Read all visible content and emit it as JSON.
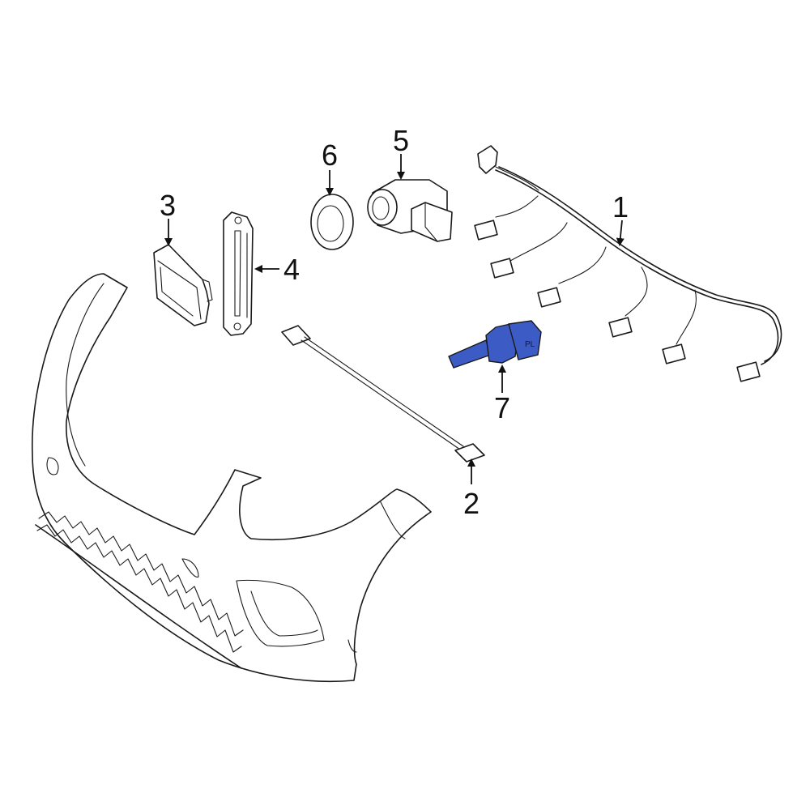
{
  "callouts": [
    {
      "id": "1",
      "label": "1"
    },
    {
      "id": "2",
      "label": "2"
    },
    {
      "id": "3",
      "label": "3"
    },
    {
      "id": "4",
      "label": "4"
    },
    {
      "id": "5",
      "label": "5"
    },
    {
      "id": "6",
      "label": "6"
    },
    {
      "id": "7",
      "label": "7"
    }
  ],
  "highlight_color": "#3d5bc4",
  "outline_color": "#1a1a1a",
  "parts": {
    "part_7_icon_text": "PL"
  }
}
